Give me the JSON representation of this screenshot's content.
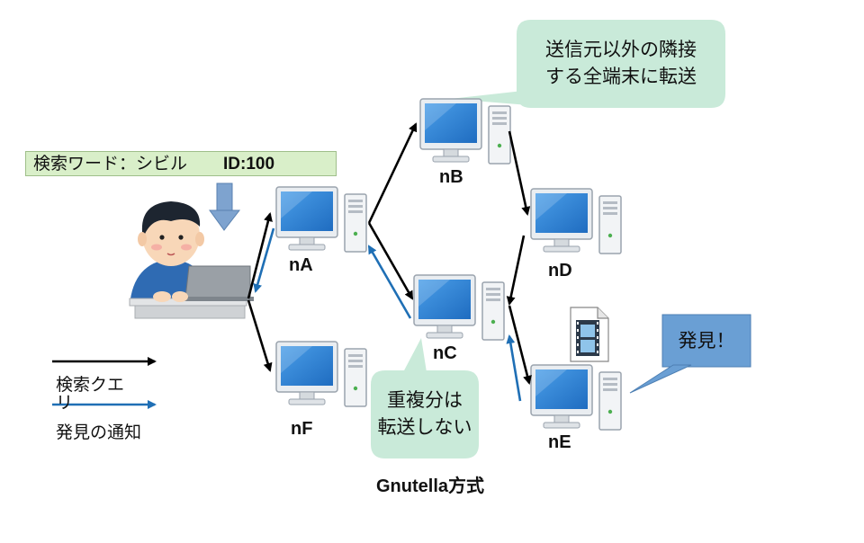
{
  "query": {
    "label": "検索ワード：シビル",
    "id": "ID:100"
  },
  "nodes": {
    "nA": "nA",
    "nB": "nB",
    "nC": "nC",
    "nD": "nD",
    "nE": "nE",
    "nF": "nF"
  },
  "callouts": {
    "forward_line1": "送信元以外の隣接",
    "forward_line2": "する全端末に転送",
    "duplicate_line1": "重複分は",
    "duplicate_line2": "転送しない",
    "found": "発見！"
  },
  "legend": {
    "query_line1": "検索クエ",
    "query_line2": "リ",
    "notify": "発見の通知"
  },
  "caption": "Gnutella方式",
  "colors": {
    "query_arrow": "#000000",
    "notify_arrow": "#1f6fb5",
    "callout_fill": "#c9ead9",
    "found_fill": "#6a9fd4",
    "query_box_fill": "#d9efc9"
  }
}
